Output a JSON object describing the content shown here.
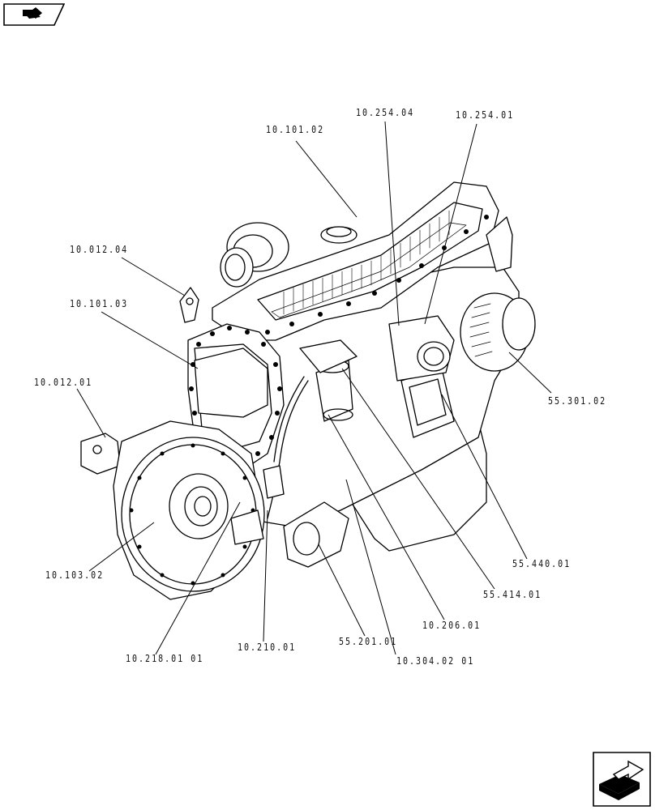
{
  "icons": {
    "top_left": "book-arrow-icon",
    "bottom_right": "next-page-arrow-icon"
  },
  "callouts": [
    {
      "id": "c-10-101-02",
      "label": "10.101.02"
    },
    {
      "id": "c-10-254-04",
      "label": "10.254.04"
    },
    {
      "id": "c-10-254-01",
      "label": "10.254.01"
    },
    {
      "id": "c-10-012-04",
      "label": "10.012.04"
    },
    {
      "id": "c-10-101-03",
      "label": "10.101.03"
    },
    {
      "id": "c-10-012-01",
      "label": "10.012.01"
    },
    {
      "id": "c-55-301-02",
      "label": "55.301.02"
    },
    {
      "id": "c-10-103-02",
      "label": "10.103.02"
    },
    {
      "id": "c-55-440-01",
      "label": "55.440.01"
    },
    {
      "id": "c-55-414-01",
      "label": "55.414.01"
    },
    {
      "id": "c-10-206-01",
      "label": "10.206.01"
    },
    {
      "id": "c-55-201-01",
      "label": "55.201.01"
    },
    {
      "id": "c-10-210-01",
      "label": "10.210.01"
    },
    {
      "id": "c-10-304-02-01",
      "label": "10.304.02 01"
    },
    {
      "id": "c-10-218-01-01",
      "label": "10.218.01 01"
    }
  ]
}
